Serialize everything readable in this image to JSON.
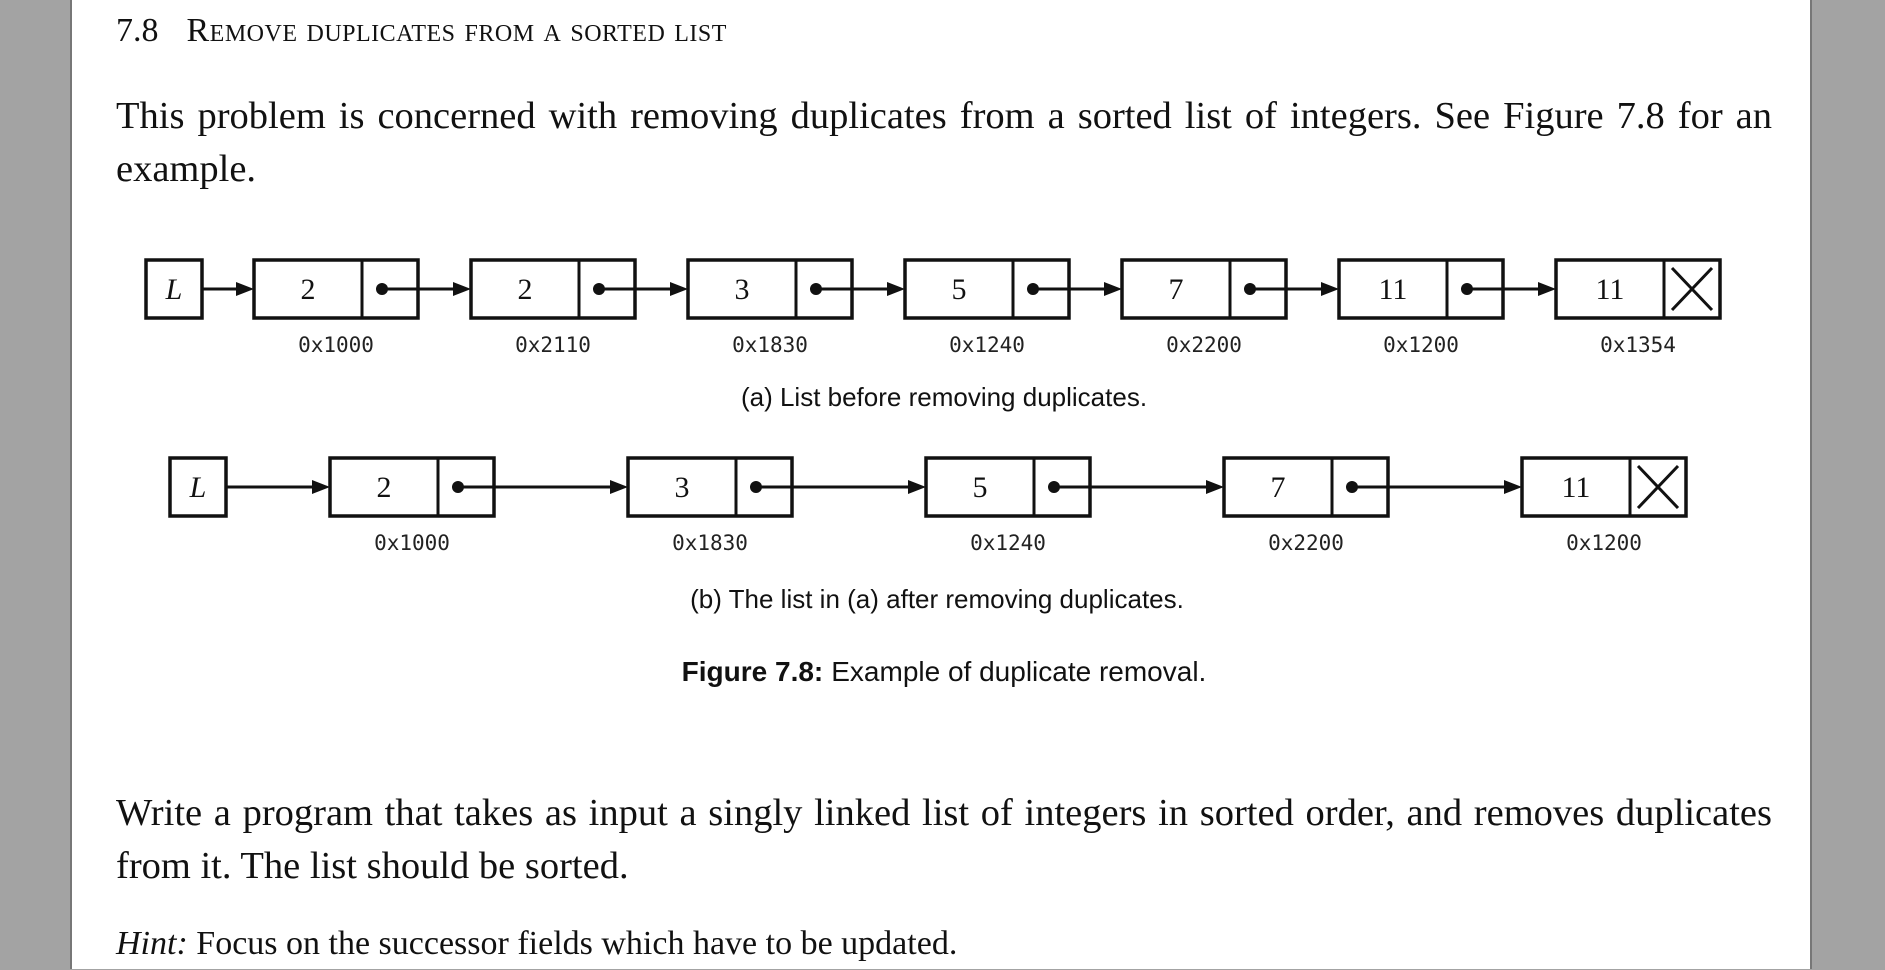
{
  "section": {
    "number": "7.8",
    "title": "Remove duplicates from a sorted list"
  },
  "intro": "This problem is concerned with removing duplicates from a sorted list of integers. See Figure 7.8 for an example.",
  "figure": {
    "list_a": {
      "head_label": "L",
      "nodes": [
        {
          "value": "2",
          "address": "0x1000"
        },
        {
          "value": "2",
          "address": "0x2110"
        },
        {
          "value": "3",
          "address": "0x1830"
        },
        {
          "value": "5",
          "address": "0x1240"
        },
        {
          "value": "7",
          "address": "0x2200"
        },
        {
          "value": "11",
          "address": "0x1200"
        },
        {
          "value": "11",
          "address": "0x1354"
        }
      ],
      "caption": "(a)  List before removing duplicates."
    },
    "list_b": {
      "head_label": "L",
      "nodes": [
        {
          "value": "2",
          "address": "0x1000"
        },
        {
          "value": "3",
          "address": "0x1830"
        },
        {
          "value": "5",
          "address": "0x1240"
        },
        {
          "value": "7",
          "address": "0x2200"
        },
        {
          "value": "11",
          "address": "0x1200"
        }
      ],
      "caption": "(b)  The list in (a) after removing duplicates."
    },
    "caption_label": "Figure 7.8:",
    "caption_text": "Example of duplicate removal."
  },
  "body": "Write a program that takes as input a singly linked list of integers in sorted order, and removes duplicates from it. The list should be sorted.",
  "hint": {
    "label": "Hint:",
    "text": "Focus on the successor fields which have to be updated."
  }
}
